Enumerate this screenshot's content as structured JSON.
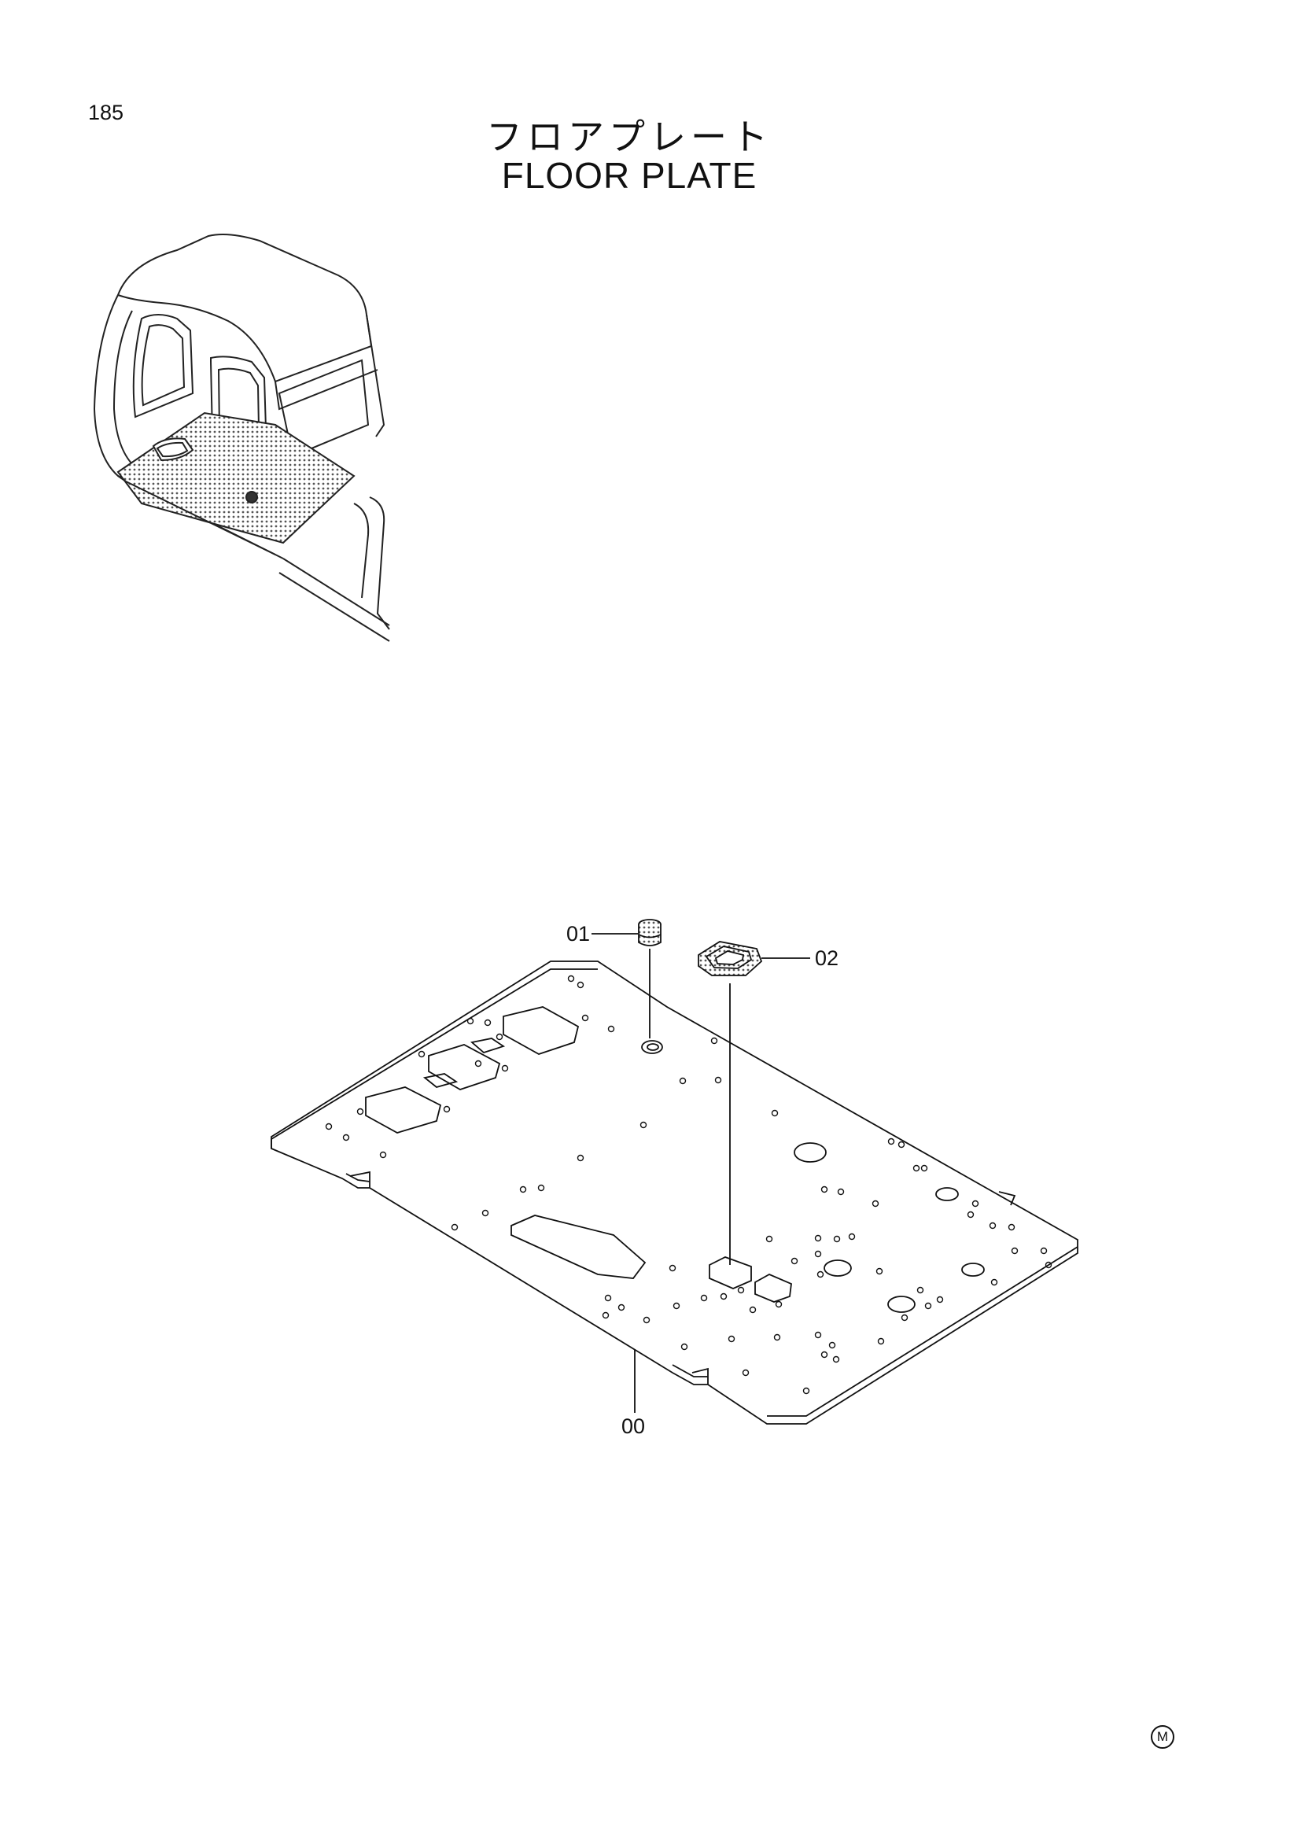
{
  "page": {
    "number": "185"
  },
  "title": {
    "japanese": "フロアプレート",
    "english": "FLOOR PLATE"
  },
  "callouts": [
    {
      "id": "00",
      "label": "00"
    },
    {
      "id": "01",
      "label": "01"
    },
    {
      "id": "02",
      "label": "02"
    }
  ],
  "mark": {
    "symbol": "M"
  }
}
